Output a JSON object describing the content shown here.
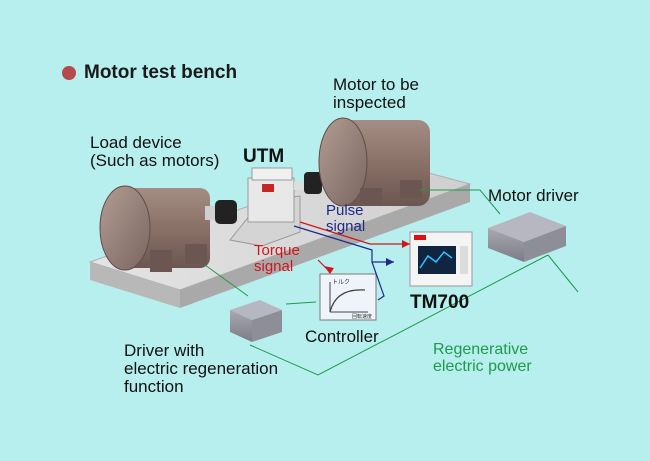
{
  "title": "Motor test bench",
  "labels": {
    "motor_inspected": "Motor to be\ninspected",
    "load_device": "Load device\n(Such as motors)",
    "utm": "UTM",
    "motor_driver": "Motor driver",
    "pulse_signal": "Pulse\nsignal",
    "torque_signal": "Torque\nsignal",
    "tm700": "TM700",
    "controller": "Controller",
    "driver_regen": "Driver with\nelectric regeneration\nfunction",
    "regen_power": "Regenerative\nelectric power"
  },
  "screen_text": {
    "controller_top": "トルク",
    "controller_bottom": "回転速度"
  },
  "colors": {
    "background": "#b7efee",
    "pulse": "#1e2a8a",
    "torque": "#d2141c",
    "regen": "#1f9a4a",
    "bullet": "#b5494b"
  }
}
